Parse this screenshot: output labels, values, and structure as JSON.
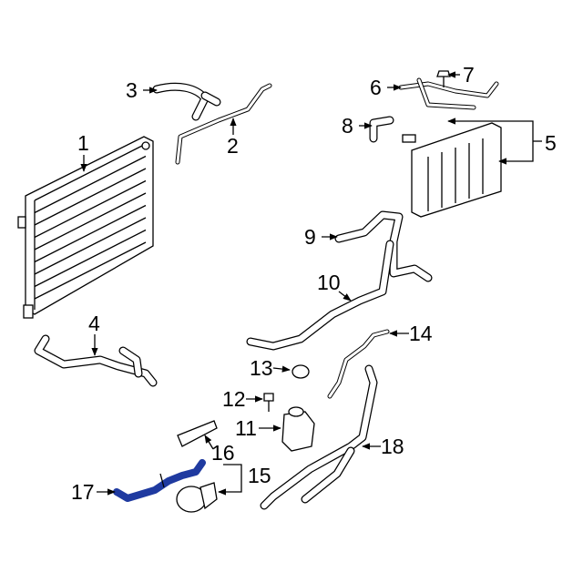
{
  "diagram": {
    "highlight_color": "#1f3aa0",
    "highlighted_part": "17",
    "callouts": [
      "1",
      "2",
      "3",
      "4",
      "5",
      "6",
      "7",
      "8",
      "9",
      "10",
      "11",
      "12",
      "13",
      "14",
      "15",
      "16",
      "17",
      "18"
    ]
  }
}
